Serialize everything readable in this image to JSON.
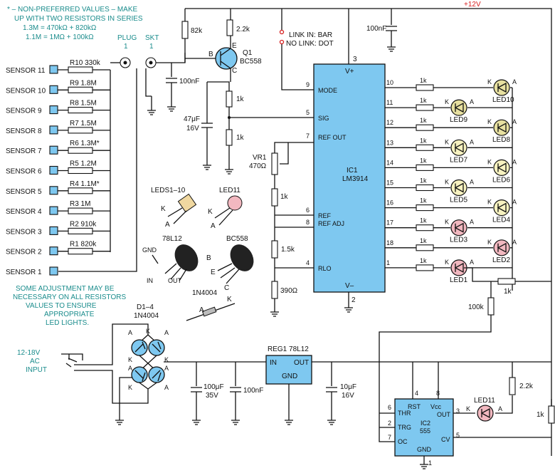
{
  "notes": {
    "series_note": [
      "* – NON-PREFERRED VALUES – MAKE",
      "UP WITH TWO RESISTORS IN SERIES",
      "1.3M = 470kΩ + 820kΩ",
      "1.1M = 1MΩ + 100kΩ"
    ],
    "adjust_note": [
      "SOME ADJUSTMENT MAY BE",
      "NECESSARY ON ALL RESISTORS",
      "VALUES TO ENSURE",
      "APPROPRIATE",
      "LED LIGHTS."
    ]
  },
  "rails": {
    "supply": "+12V"
  },
  "labels": {
    "plug": "PLUG",
    "plug_pin": "1",
    "socket": "SKT",
    "socket_pin": "1"
  },
  "sensors": [
    {
      "name": "SENSOR 11",
      "resistor": "R10 330k"
    },
    {
      "name": "SENSOR 10",
      "resistor": "R9 1.8M"
    },
    {
      "name": "SENSOR 9",
      "resistor": "R8 1.5M"
    },
    {
      "name": "SENSOR 8",
      "resistor": "R7 1.5M"
    },
    {
      "name": "SENSOR 7",
      "resistor": "R6 1.3M*"
    },
    {
      "name": "SENSOR 6",
      "resistor": "R5 1.2M"
    },
    {
      "name": "SENSOR 5",
      "resistor": "R4 1.1M*"
    },
    {
      "name": "SENSOR 4",
      "resistor": "R3 1M"
    },
    {
      "name": "SENSOR 3",
      "resistor": "R2 910k"
    },
    {
      "name": "SENSOR 2",
      "resistor": "R1 820k"
    },
    {
      "name": "SENSOR 1",
      "resistor": ""
    }
  ],
  "parts": {
    "r_82k": "82k",
    "c_100nf_a": "100nF",
    "q1_b": "B",
    "q1_e": "E",
    "q1_c": "C",
    "q1_name": "Q1",
    "q1_type": "BC558",
    "r_2k2": "2.2k",
    "r_1k_a": "1k",
    "r_1k_b": "1k",
    "c_47uf": "47μF",
    "c_47uf_v": "16V",
    "link_in": "LINK IN: BAR",
    "no_link": "NO LINK: DOT",
    "c_100nf_b": "100nF",
    "vr1": "VR1",
    "vr1_val": "470Ω",
    "r_1k_c": "1k",
    "r_1k5": "1.5k",
    "r_390": "390Ω",
    "r_1k_led1": "1k",
    "r_100k": "100k",
    "r_2k2_b": "2.2k",
    "r_1k_cv": "1k"
  },
  "ic1": {
    "name": "IC1",
    "part": "LM3914",
    "vplus": "V+",
    "vminus": "V–",
    "pin3": "3",
    "pin2": "2",
    "left_pins": [
      {
        "num": "9",
        "label": "MODE"
      },
      {
        "num": "5",
        "label": "SIG"
      },
      {
        "num": "7",
        "label": "REF OUT"
      },
      {
        "num": "6",
        "label": "REF"
      },
      {
        "num": "8",
        "label": "REF ADJ"
      },
      {
        "num": "4",
        "label": "RLO"
      }
    ]
  },
  "leds": [
    {
      "pin": "10",
      "name": "LED10",
      "color": "#e7e0a0"
    },
    {
      "pin": "11",
      "name": "LED9",
      "color": "#e7e0a0"
    },
    {
      "pin": "12",
      "name": "LED8",
      "color": "#e7e0a0"
    },
    {
      "pin": "13",
      "name": "LED7",
      "color": "#f7f2c0"
    },
    {
      "pin": "14",
      "name": "LED6",
      "color": "#f7f2c0"
    },
    {
      "pin": "15",
      "name": "LED5",
      "color": "#f7f2c0"
    },
    {
      "pin": "16",
      "name": "LED4",
      "color": "#f7f2c0"
    },
    {
      "pin": "17",
      "name": "LED3",
      "color": "#f2b8c0"
    },
    {
      "pin": "18",
      "name": "LED2",
      "color": "#f2b8c0"
    },
    {
      "pin": "1",
      "name": "LED1",
      "color": "#f2b8c0"
    }
  ],
  "led_resistor": "1k",
  "power": {
    "input": [
      "12-18V",
      "AC",
      "INPUT"
    ],
    "bridge_name": "D1–4",
    "bridge_part": "1N4004",
    "k": "K",
    "a": "A",
    "c_100uf": "100μF",
    "c_100uf_v": "35V",
    "c_100nf": "100nF",
    "reg_name": "REG1 78L12",
    "reg_in": "IN",
    "reg_out": "OUT",
    "reg_gnd": "GND",
    "c_10uf": "10μF",
    "c_10uf_v": "16V"
  },
  "ic2": {
    "name": "IC2",
    "part": "555",
    "rst": "RST",
    "vcc": "Vcc",
    "thr": "THR",
    "out": "OUT",
    "trg": "TRG",
    "dc": "OC",
    "cv": "CV",
    "gnd": "GND",
    "pin4": "4",
    "pin8": "8",
    "pin6": "6",
    "pin2": "2",
    "pin7": "7",
    "pin3": "3",
    "pin5": "5",
    "pin1": "1",
    "led11": "LED11"
  },
  "pinouts": {
    "leds_1_10": "LEDS1–10",
    "led11": "LED11",
    "k": "K",
    "a": "A",
    "reg": "78L12",
    "gnd": "GND",
    "in": "IN",
    "out": "OUT",
    "tran": "BC558",
    "b": "B",
    "e": "E",
    "c": "C",
    "diode": "1N4004"
  }
}
